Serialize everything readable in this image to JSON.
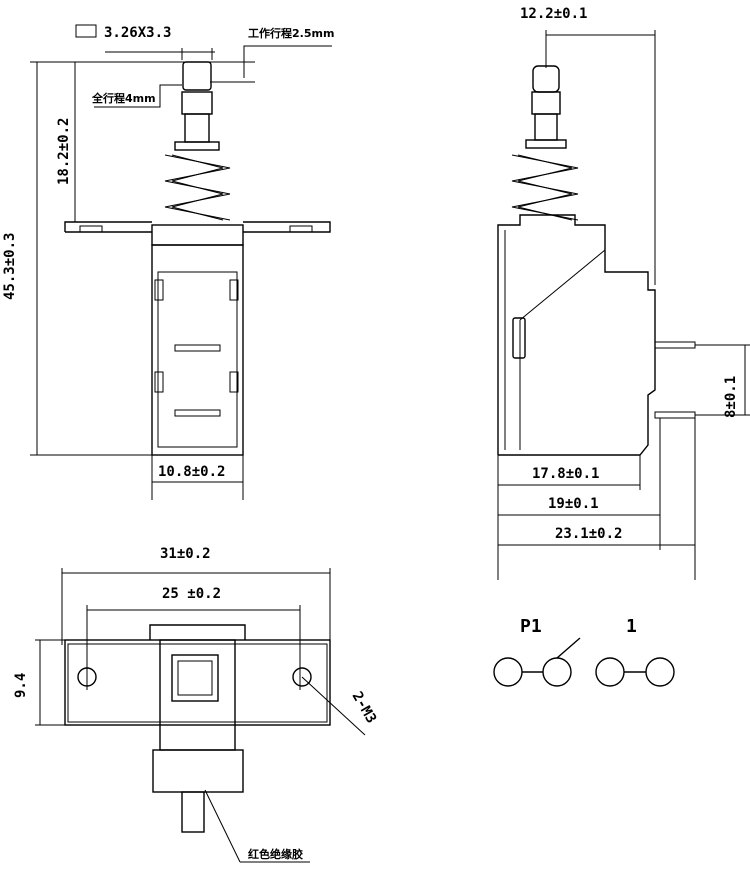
{
  "front_view": {
    "pad_size": "3.26X3.3",
    "working_travel": "工作行程2.5mm",
    "full_travel": "全行程4mm",
    "dim_height_plunger": "18.2±0.2",
    "dim_total_height": "45.3±0.3",
    "dim_body_width": "10.8±0.2"
  },
  "side_view": {
    "dim_top": "12.2±0.1",
    "dim_pin_pitch": "8±0.1",
    "dim_body_depth": "17.8±0.1",
    "dim_depth_19": "19±0.1",
    "dim_overall_depth": "23.1±0.2"
  },
  "bottom_view": {
    "dim_plate_length": "31±0.2",
    "dim_hole_pitch": "25 ±0.2",
    "dim_plate_height": "9.4",
    "hole_label": "2-M3",
    "insulation_label": "红色绝缘胶"
  },
  "schematic": {
    "label_p1": "P1",
    "label_1": "1"
  }
}
